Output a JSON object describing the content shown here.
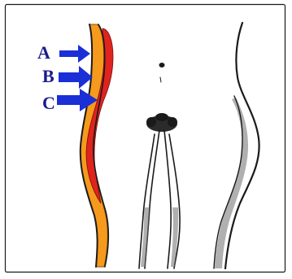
{
  "labels": {
    "a": "A",
    "b": "B",
    "c": "C"
  },
  "colors": {
    "background": "#ffffff",
    "frame": "#1a1a1a",
    "orange_layer": "#f59a1c",
    "red_layer": "#e0231e",
    "arrow": "#1a2fd6",
    "label_text": "#1c1c8a",
    "ink": "#1a1a1a"
  }
}
